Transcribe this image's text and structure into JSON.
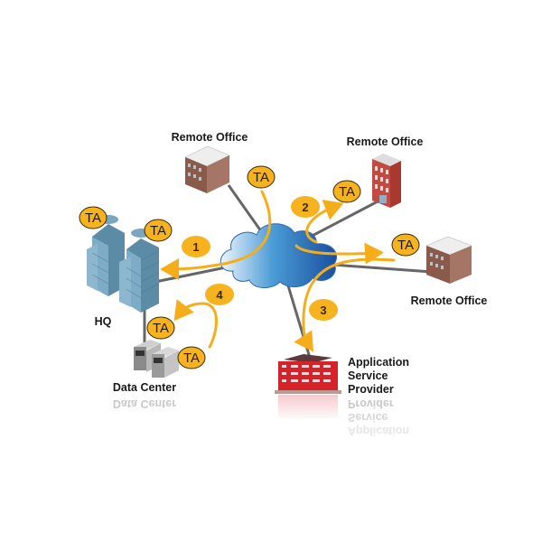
{
  "diagram": {
    "colors": {
      "arrow": "#f5ae1a",
      "badge_fill": "#f7b21f",
      "badge_stroke": "#3a2a00",
      "link": "#666666",
      "cloud_light": "#e6f1fa",
      "cloud_dark": "#1d5aa8",
      "hq_building": "#6a9ab5",
      "office_brick": "#8a5a4a",
      "office_red": "#c24a40",
      "asp_red": "#d8222a"
    },
    "nodes": {
      "hq": {
        "label": "HQ",
        "icon": "office-tower-icon"
      },
      "data_center": {
        "label": "Data Center",
        "reflection": "Data Center",
        "icon": "server-icon"
      },
      "remote_office_top": {
        "label": "Remote Office",
        "icon": "building-icon"
      },
      "remote_office_right_top": {
        "label": "Remote Office",
        "icon": "building-icon"
      },
      "remote_office_right": {
        "label": "Remote Office",
        "icon": "building-icon"
      },
      "asp": {
        "label_lines": [
          "Application",
          "Service",
          "Provider"
        ],
        "reflection_lines": [
          "Provider",
          "Service",
          "Application"
        ],
        "icon": "building-icon"
      },
      "cloud": {
        "icon": "cloud-icon"
      }
    },
    "ta_badge_label": "TA",
    "ta_badges": [
      {
        "id": "hq-1",
        "text": "TA"
      },
      {
        "id": "hq-2",
        "text": "TA"
      },
      {
        "id": "remote-top",
        "text": "TA"
      },
      {
        "id": "remote-right-top",
        "text": "TA"
      },
      {
        "id": "remote-right",
        "text": "TA"
      },
      {
        "id": "dc-1",
        "text": "TA"
      },
      {
        "id": "dc-2",
        "text": "TA"
      }
    ],
    "steps": [
      {
        "number": "1"
      },
      {
        "number": "2"
      },
      {
        "number": "3"
      },
      {
        "number": "4"
      }
    ]
  }
}
